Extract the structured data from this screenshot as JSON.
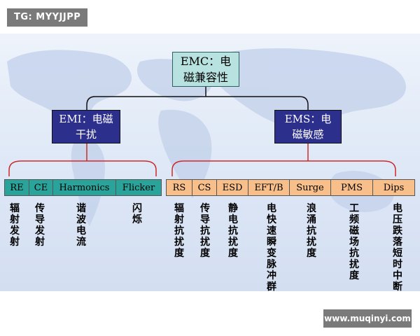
{
  "watermarks": {
    "top_left": "TG: MYYJJPP",
    "bottom_right": "www.muqinyi.com"
  },
  "root": {
    "line1": "EMC：电",
    "line2": "磁兼容性"
  },
  "emi": {
    "line1": "EMI：电磁",
    "line2": "干扰",
    "items": [
      {
        "code": "RE",
        "desc": "辐射发射"
      },
      {
        "code": "CE",
        "desc": "传导发射"
      },
      {
        "code": "Harmonics",
        "desc": "谐波电流"
      },
      {
        "code": "Flicker",
        "desc": "闪烁"
      }
    ]
  },
  "ems": {
    "line1": "EMS：电",
    "line2": "磁敏感",
    "items": [
      {
        "code": "RS",
        "desc": "辐射抗扰度"
      },
      {
        "code": "CS",
        "desc": "传导抗扰度"
      },
      {
        "code": "ESD",
        "desc": "静电抗扰度"
      },
      {
        "code": "EFT/B",
        "desc": "电快速瞬变脉冲群"
      },
      {
        "code": "Surge",
        "desc": "浪涌抗扰度"
      },
      {
        "code": "PMS",
        "desc": "工频磁场抗扰度"
      },
      {
        "code": "Dips",
        "desc": "电压跌落短时中断"
      }
    ]
  },
  "colors": {
    "root_fill": "#b7e2df",
    "category_fill": "#2d2f8d",
    "emi_cell": "#2aa39a",
    "ems_cell": "#f8bf8a",
    "bracket": "#cc2a2a"
  }
}
